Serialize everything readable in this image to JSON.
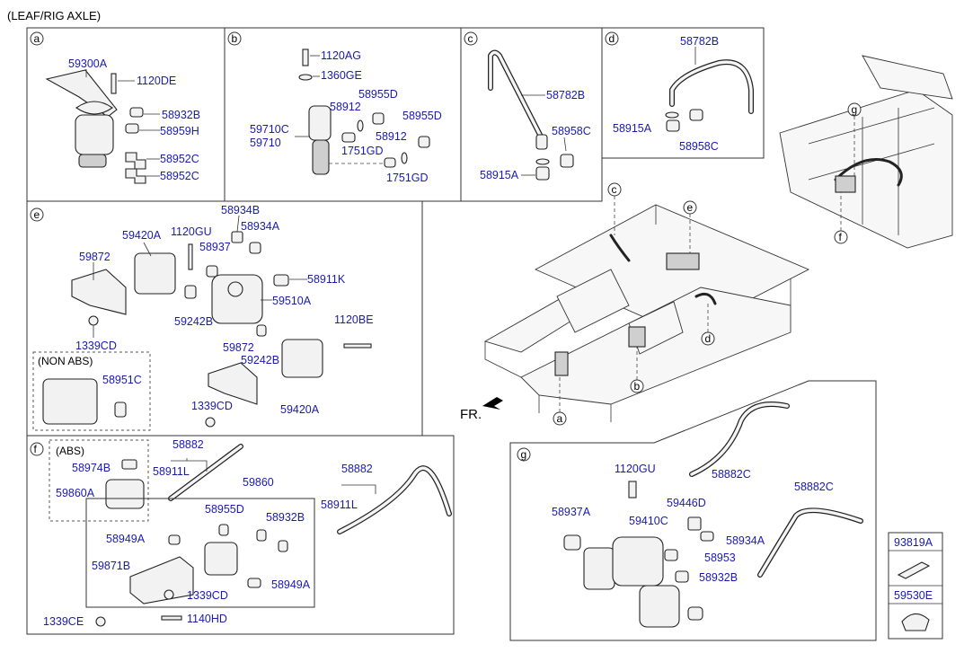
{
  "header": {
    "title": "(LEAF/RIG AXLE)"
  },
  "direction": {
    "front": "FR."
  },
  "sections": {
    "a": {
      "letter": "a",
      "labels": [
        "59300A",
        "1120DE",
        "58932B",
        "58959H",
        "58952C",
        "58952C"
      ]
    },
    "b": {
      "letter": "b",
      "labels": [
        "1120AG",
        "1360GE",
        "58955D",
        "58912",
        "59710C",
        "59710",
        "58955D",
        "1751GD",
        "58912",
        "1751GD"
      ]
    },
    "c": {
      "letter": "c",
      "labels": [
        "58782B",
        "58958C",
        "58915A"
      ]
    },
    "d": {
      "letter": "d",
      "labels": [
        "58782B",
        "58915A",
        "58958C"
      ]
    },
    "e": {
      "letter": "e",
      "labels": [
        "58934B",
        "58934A",
        "59420A",
        "1120GU",
        "58937",
        "59872",
        "58911K",
        "59510A",
        "59242B",
        "1339CD",
        "1120BE",
        "59872",
        "59242B",
        "59420A",
        "1339CD"
      ],
      "non_abs": {
        "title": "(NON ABS)",
        "label": "58951C"
      }
    },
    "f": {
      "letter": "f",
      "abs": {
        "title": "(ABS)",
        "labels": [
          "58974B",
          "59860A"
        ]
      },
      "labels": [
        "58882",
        "58911L",
        "59860",
        "58882",
        "58911L",
        "58955D",
        "58932B",
        "58949A",
        "59871B",
        "58949A",
        "1339CD",
        "1339CE",
        "1140HD"
      ]
    },
    "g": {
      "letter": "g",
      "labels": [
        "1120GU",
        "58882C",
        "58882C",
        "59446D",
        "58937A",
        "59410C",
        "58934A",
        "58953",
        "58932B"
      ]
    }
  },
  "callouts": [
    "c",
    "e",
    "d",
    "a",
    "b",
    "g",
    "f"
  ],
  "side_box": {
    "items": [
      "93819A",
      "59530E"
    ]
  }
}
